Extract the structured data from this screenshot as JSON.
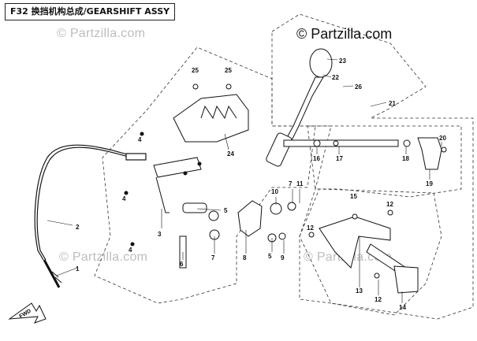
{
  "diagram": {
    "title": "F32 换挡机构总成/GEARSHIFT ASSY",
    "brand": "© Partzilla.com",
    "watermark": "© Partzilla.com",
    "arrow_label": "FWD"
  },
  "callouts": [
    {
      "id": "c1",
      "text": "1"
    },
    {
      "id": "c2",
      "text": "2"
    },
    {
      "id": "c3",
      "text": "3"
    },
    {
      "id": "c4a",
      "text": "4"
    },
    {
      "id": "c4b",
      "text": "4"
    },
    {
      "id": "c4c",
      "text": "4"
    },
    {
      "id": "c5a",
      "text": "5"
    },
    {
      "id": "c5b",
      "text": "5"
    },
    {
      "id": "c6",
      "text": "6"
    },
    {
      "id": "c7a",
      "text": "7"
    },
    {
      "id": "c7b",
      "text": "7"
    },
    {
      "id": "c8",
      "text": "8"
    },
    {
      "id": "c9",
      "text": "9"
    },
    {
      "id": "c10",
      "text": "10"
    },
    {
      "id": "c11",
      "text": "11"
    },
    {
      "id": "c12a",
      "text": "12"
    },
    {
      "id": "c12b",
      "text": "12"
    },
    {
      "id": "c12c",
      "text": "12"
    },
    {
      "id": "c13",
      "text": "13"
    },
    {
      "id": "c14",
      "text": "14"
    },
    {
      "id": "c15",
      "text": "15"
    },
    {
      "id": "c16",
      "text": "16"
    },
    {
      "id": "c17",
      "text": "17"
    },
    {
      "id": "c18",
      "text": "18"
    },
    {
      "id": "c19",
      "text": "19"
    },
    {
      "id": "c20",
      "text": "20"
    },
    {
      "id": "c21",
      "text": "21"
    },
    {
      "id": "c22",
      "text": "22"
    },
    {
      "id": "c23",
      "text": "23"
    },
    {
      "id": "c24",
      "text": "24"
    },
    {
      "id": "c25a",
      "text": "25"
    },
    {
      "id": "c25b",
      "text": "25"
    },
    {
      "id": "c26",
      "text": "26"
    }
  ]
}
